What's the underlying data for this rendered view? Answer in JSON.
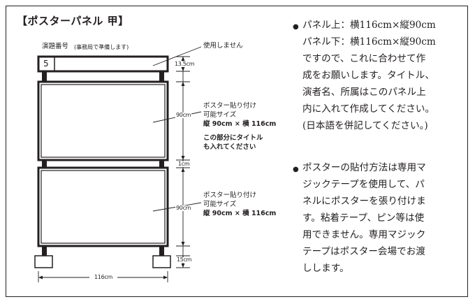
{
  "title": "【ポスターパネル 甲】",
  "diagram": {
    "number_label": "演題番号",
    "number_note": "(事務局で準備します)",
    "number_value": "5",
    "top_strip_label": "使用しません",
    "panel_upper": [
      "ポスター貼り付け",
      "可能サイズ",
      "縦 90cm × 横 116cm",
      "この部分にタイトル",
      "も入れてください"
    ],
    "panel_lower": [
      "ポスター貼り付け",
      "可能サイズ",
      "縦 90cm × 横 116cm"
    ],
    "dimensions": {
      "strip_height": "13.5cm",
      "panel_height_upper": "90cm",
      "gap": "1cm",
      "panel_height_lower": "90cm",
      "foot_height": "15cm",
      "width": "116cm"
    }
  },
  "notes": [
    {
      "lines": [
        "パネル上：横116cm×縦90cm",
        "パネル下：横116cm×縦90cm",
        "ですので、これに合わせて作",
        "成をお願いします。タイトル、",
        "演者名、所属はこのパネル上",
        "内に入れて作成してください。",
        "(日本語を併記してください。)"
      ]
    },
    {
      "lines": [
        "ポスターの貼付方法は専用マ",
        "ジックテープを使用して、パ",
        "ネルにポスターを張り付けま",
        "す。粘着テープ、ピン等は使",
        "用できません。専用マジック",
        "テープはポスター会場でお渡",
        "しします。"
      ]
    }
  ]
}
